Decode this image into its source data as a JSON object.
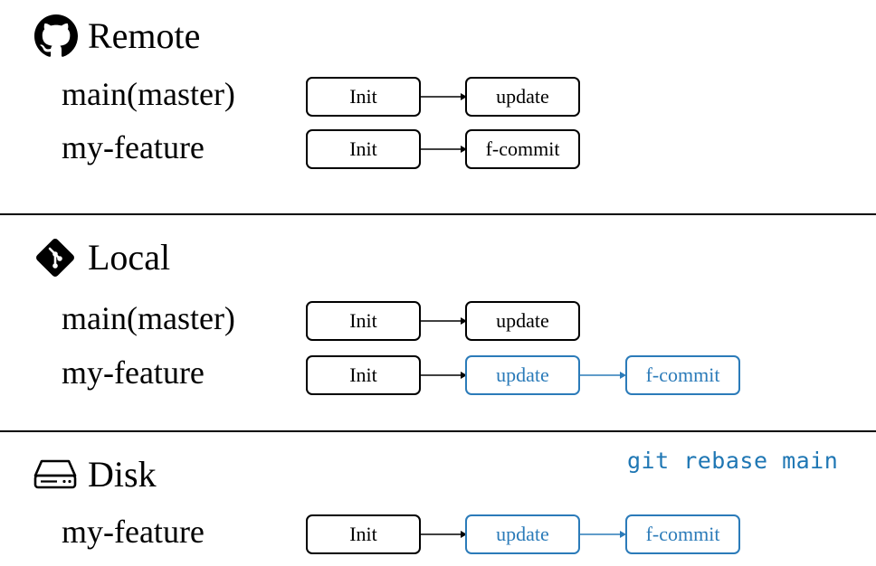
{
  "colors": {
    "highlight": "#2b7bb9",
    "command": "#1f77b4",
    "default": "#000000"
  },
  "sections": {
    "remote": {
      "title": "Remote",
      "icon": "github-icon",
      "branches": [
        {
          "name": "main(master)",
          "commits": [
            {
              "label": "Init"
            },
            {
              "label": "update"
            }
          ]
        },
        {
          "name": "my-feature",
          "commits": [
            {
              "label": "Init"
            },
            {
              "label": "f-commit"
            }
          ]
        }
      ]
    },
    "local": {
      "title": "Local",
      "icon": "git-icon",
      "branches": [
        {
          "name": "main(master)",
          "commits": [
            {
              "label": "Init"
            },
            {
              "label": "update"
            }
          ]
        },
        {
          "name": "my-feature",
          "commits": [
            {
              "label": "Init"
            },
            {
              "label": "update",
              "highlight": true
            },
            {
              "label": "f-commit",
              "highlight": true
            }
          ]
        }
      ]
    },
    "disk": {
      "title": "Disk",
      "icon": "hard-drive-icon",
      "command": "git rebase main",
      "branches": [
        {
          "name": "my-feature",
          "commits": [
            {
              "label": "Init"
            },
            {
              "label": "update",
              "highlight": true
            },
            {
              "label": "f-commit",
              "highlight": true
            }
          ]
        }
      ]
    }
  }
}
